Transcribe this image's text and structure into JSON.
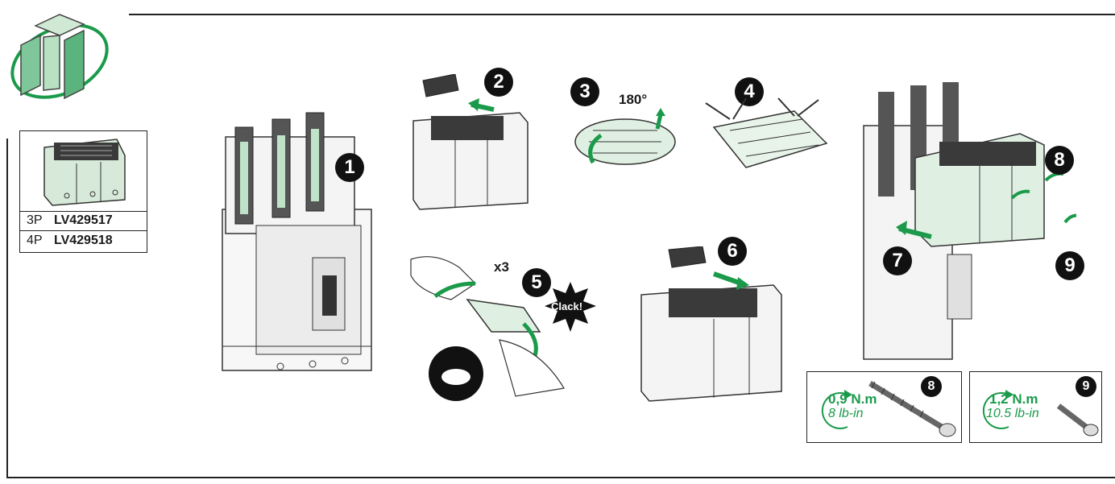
{
  "reference_table": {
    "rows": [
      {
        "poles": "3P",
        "code": "LV429517"
      },
      {
        "poles": "4P",
        "code": "LV429518"
      }
    ]
  },
  "steps": [
    {
      "number": "1"
    },
    {
      "number": "2"
    },
    {
      "number": "3",
      "annotation": "180°"
    },
    {
      "number": "4"
    },
    {
      "number": "5",
      "annotation": "x3",
      "sound": "Clack!"
    },
    {
      "number": "6"
    },
    {
      "number": "7"
    },
    {
      "number": "8"
    },
    {
      "number": "9"
    }
  ],
  "torque": [
    {
      "ref": "8",
      "value": "0,9 N.m",
      "alt": "8 lb-in"
    },
    {
      "ref": "9",
      "value": "1,2 N.m",
      "alt": "10.5 lb-in"
    }
  ],
  "colors": {
    "accent_green": "#1a9a4a",
    "light_green": "#dff0e2",
    "line": "#222222"
  }
}
